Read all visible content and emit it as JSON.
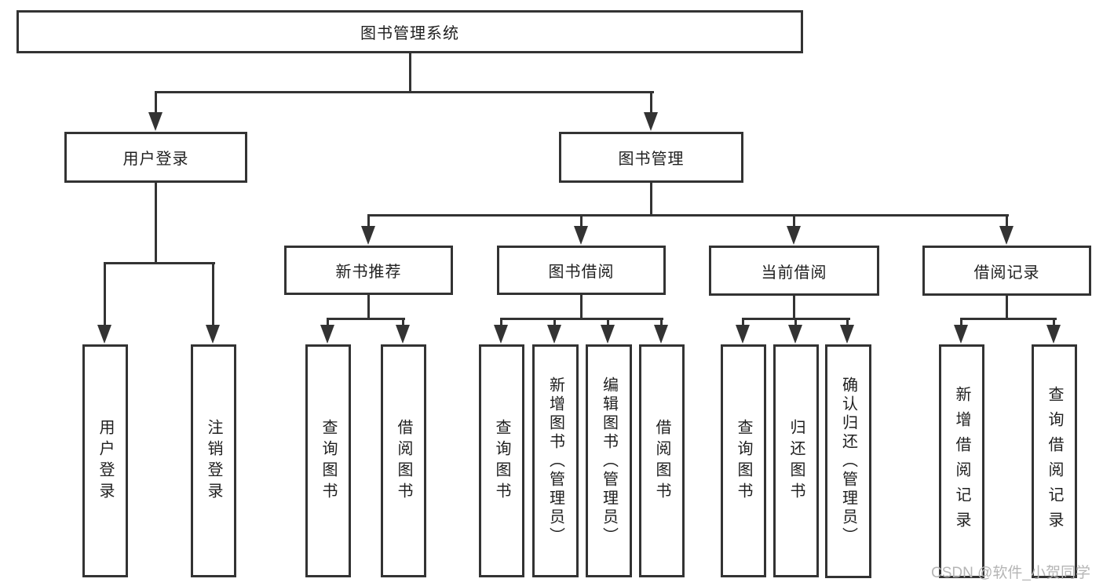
{
  "nodes": {
    "root": "图书管理系统",
    "user_login": "用户登录",
    "book_mgmt": "图书管理",
    "new_books": "新书推荐",
    "book_borrow": "图书借阅",
    "current_borrow": "当前借阅",
    "borrow_records": "借阅记录",
    "ul_user_login": "用户登录",
    "ul_logout": "注销登录",
    "nb_query_books": "查询图书",
    "nb_borrow_books": "借阅图书",
    "bb_query_books": "查询图书",
    "bb_add_books": "新增图书（管理员）",
    "bb_edit_books": "编辑图书（管理员）",
    "bb_borrow_books": "借阅图书",
    "cb_query_books": "查询图书",
    "cb_return_books": "归还图书",
    "cb_confirm_return": "确认归还（管理员）",
    "br_add_record": "新增借阅记录",
    "br_query_record": "查询借阅记录"
  },
  "watermark": {
    "text": "CSDN @软件_小贺同学"
  },
  "colors": {
    "line": "#333333",
    "text": "#1f1f1f",
    "watermark": "#b5b5b5",
    "bg": "#ffffff"
  }
}
